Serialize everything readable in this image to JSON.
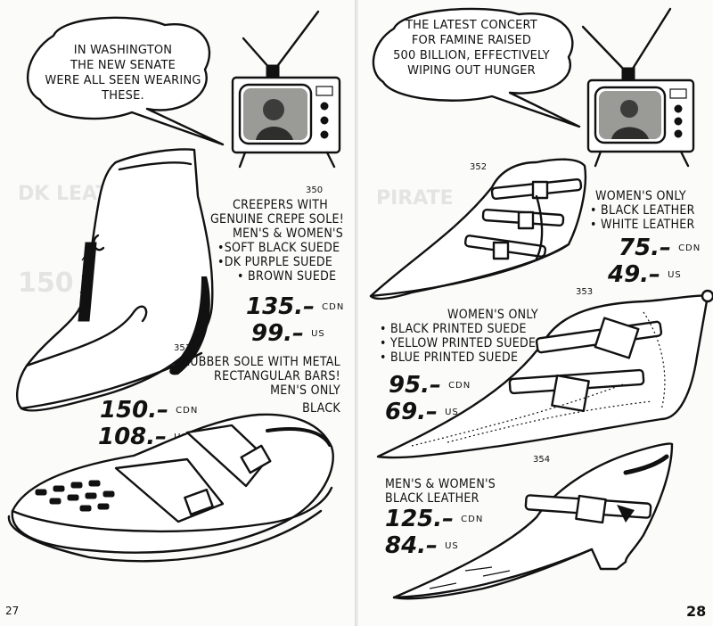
{
  "left_page": {
    "bubble_text": [
      "IN WASHINGTON",
      "THE NEW SENATE",
      "WERE ALL SEEN WEARING",
      "THESE."
    ],
    "items": [
      {
        "number": "350",
        "lines": [
          "CREEPERS WITH",
          "GENUINE CREPE SOLE!",
          "MEN'S & WOMEN'S",
          "•SOFT BLACK SUEDE",
          "•DK PURPLE SUEDE",
          "• BROWN SUEDE"
        ],
        "price_cdn": "135.–",
        "price_us": "99.–",
        "cdn_label": "CDN",
        "us_label": "US"
      },
      {
        "number": "351",
        "lines": [
          "RUBBER SOLE WITH METAL",
          "RECTANGULAR BARS!",
          "MEN'S ONLY",
          "BLACK"
        ],
        "price_cdn": "150.–",
        "price_us": "108.–",
        "cdn_label": "CDN",
        "us_label": "US"
      }
    ],
    "page_number": "27"
  },
  "right_page": {
    "bubble_text": [
      "THE LATEST CONCERT",
      "FOR FAMINE RAISED",
      "500 BILLION, EFFECTIVELY",
      "WIPING OUT HUNGER"
    ],
    "items": [
      {
        "number": "352",
        "lines": [
          "WOMEN'S ONLY",
          "• BLACK LEATHER",
          "• WHITE LEATHER"
        ],
        "price_cdn": "75.–",
        "price_us": "49.–",
        "cdn_label": "CDN",
        "us_label": "US"
      },
      {
        "number": "353",
        "lines": [
          "WOMEN'S ONLY",
          "• BLACK PRINTED SUEDE",
          "• YELLOW PRINTED SUEDE",
          "• BLUE PRINTED SUEDE"
        ],
        "price_cdn": "95.–",
        "price_us": "69.–",
        "cdn_label": "CDN",
        "us_label": "US"
      },
      {
        "number": "354",
        "lines": [
          "MEN'S & WOMEN'S",
          "BLACK LEATHER"
        ],
        "price_cdn": "125.–",
        "price_us": "84.–",
        "cdn_label": "CDN",
        "us_label": "US"
      }
    ],
    "page_number": "28"
  },
  "colors": {
    "ink": "#111111",
    "paper": "#fbfbfa",
    "ghost": "#e4e4e2"
  },
  "icons": [
    "television-icon",
    "speech-bubble-icon",
    "creeper-boot-illustration",
    "buckle-shoe-illustration",
    "pointed-buckle-boot-illustration",
    "pointed-buckle-heel-illustration"
  ]
}
